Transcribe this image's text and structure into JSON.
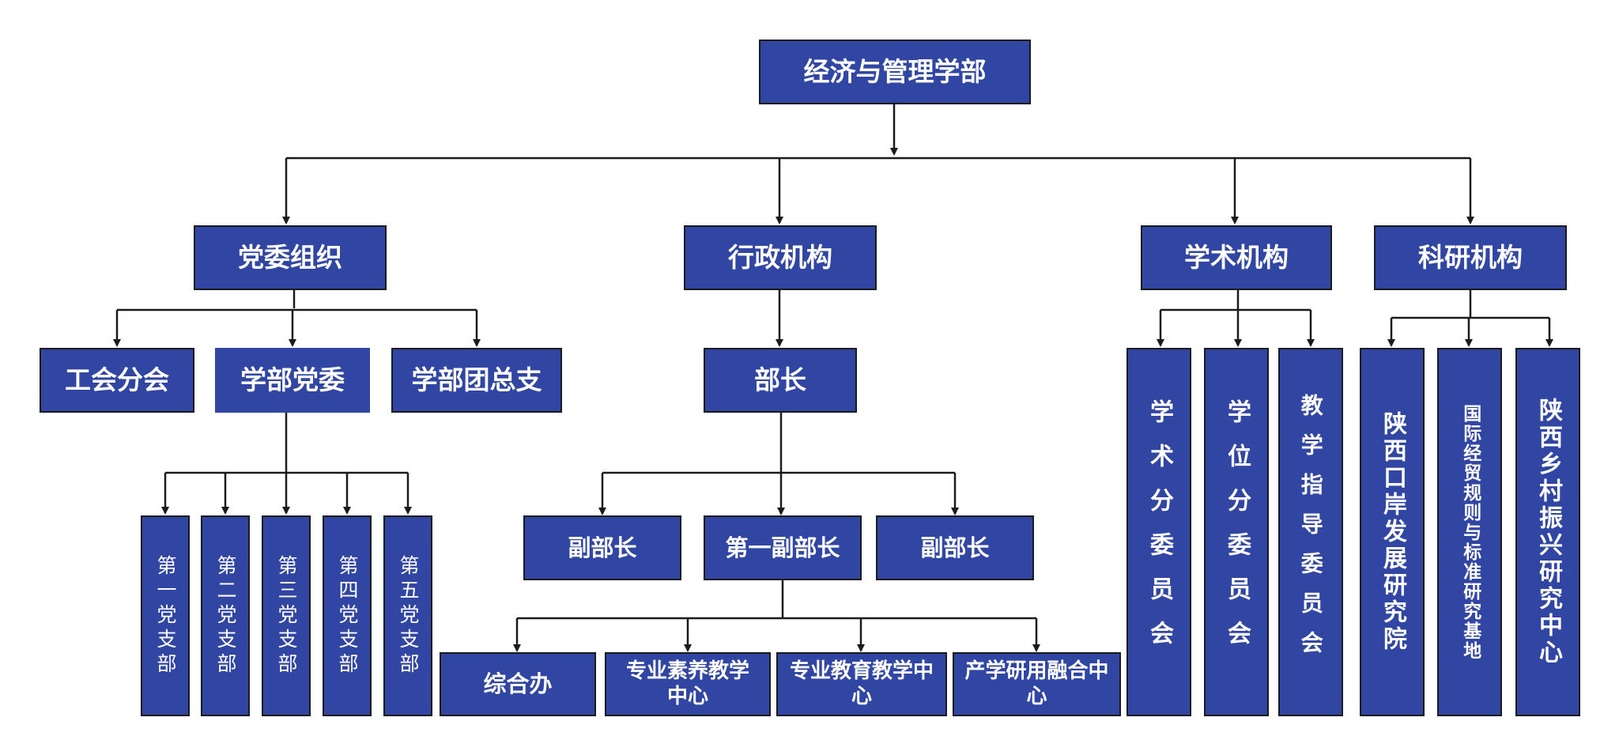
{
  "root": "经济与管理学部",
  "level1": [
    "党委组织",
    "行政机构",
    "学术机构",
    "科研机构"
  ],
  "party": {
    "children": [
      "工会分会",
      "学部党委",
      "学部团总支"
    ],
    "branches": [
      "第一党支部",
      "第二党支部",
      "第三党支部",
      "第四党支部",
      "第五党支部"
    ]
  },
  "admin": {
    "head": "部长",
    "deputies": [
      "副部长",
      "第一副部长",
      "副部长"
    ],
    "offices": [
      "综合办",
      "专业素养教学中心",
      "专业教育教学中心",
      "产学研用融合中心"
    ]
  },
  "academic": {
    "children": [
      "学术分委员会",
      "学位分委员会",
      "教学指导委员会"
    ]
  },
  "research": {
    "children": [
      "陕西口岸发展研究院",
      "国际经贸规则与标准研究基地",
      "陕西乡村振兴研究中心"
    ]
  },
  "colors": {
    "node_fill": "#3146a3",
    "node_border": "#1b1b1b",
    "connector": "#1b1b1b",
    "text": "#ffffff"
  }
}
